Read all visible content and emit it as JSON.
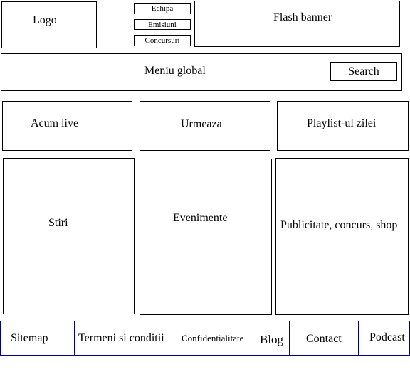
{
  "header": {
    "logo": "Logo",
    "nav": [
      "Echipa",
      "Emisiuni",
      "Concursuri"
    ],
    "banner": "Flash banner"
  },
  "menu": {
    "label": "Meniu global",
    "search_label": "Search"
  },
  "panels_top": [
    "Acum live",
    "Urmeaza",
    "Playlist-ul zilei"
  ],
  "panels_main": [
    "Stiri",
    "Evenimente",
    "Publicitate, concurs, shop"
  ],
  "footer": [
    "Sitemap",
    "Termeni si conditii",
    "Confidentialitate",
    "Blog",
    "Contact",
    "Podcast"
  ],
  "colors": {
    "border": "#000000",
    "footer_border": "#000080",
    "background": "#ffffff"
  }
}
